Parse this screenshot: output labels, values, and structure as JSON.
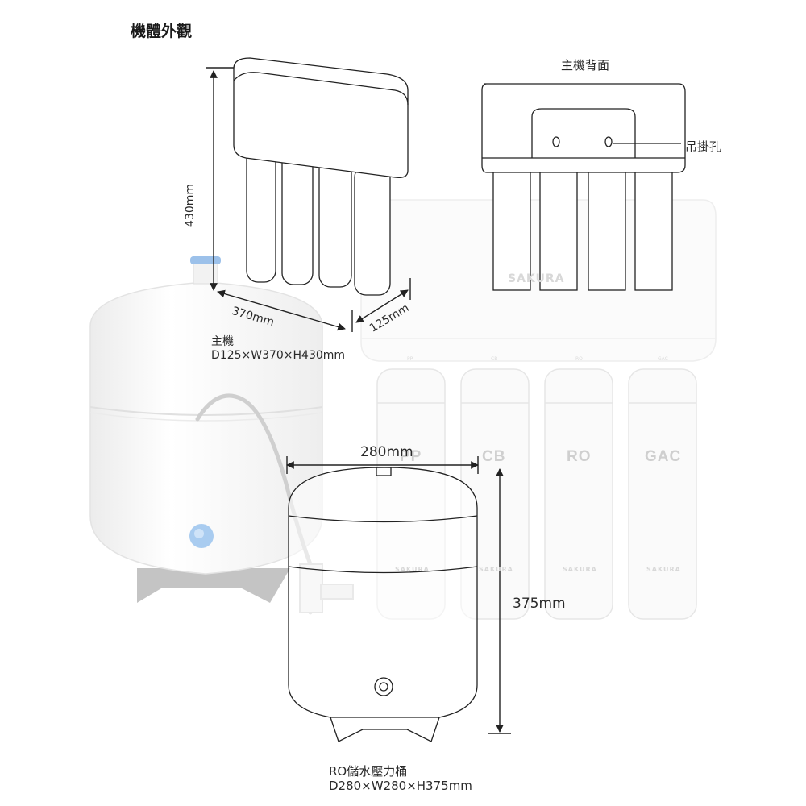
{
  "header": {
    "title": "機體外觀"
  },
  "back_view": {
    "title": "主機背面",
    "hang_hole_label": "吊掛孔"
  },
  "main_unit": {
    "height_label": "430mm",
    "width_label": "370mm",
    "depth_label": "125mm",
    "name": "主機",
    "spec": "D125×W370×H430mm"
  },
  "cartridges": [
    {
      "code": "PP",
      "label": "PP"
    },
    {
      "code": "CB",
      "label": "CB"
    },
    {
      "code": "RO",
      "label": "RO"
    },
    {
      "code": "GAC",
      "label": "GAC"
    }
  ],
  "brand": "SAKURA",
  "tank": {
    "width_label": "280mm",
    "height_label": "375mm",
    "name": "RO儲水壓力桶",
    "spec": "D280×W280×H375mm"
  },
  "colors": {
    "line": "#222222",
    "accent_blue": "#8fb9e6",
    "base_grey": "#bdbdbd"
  }
}
